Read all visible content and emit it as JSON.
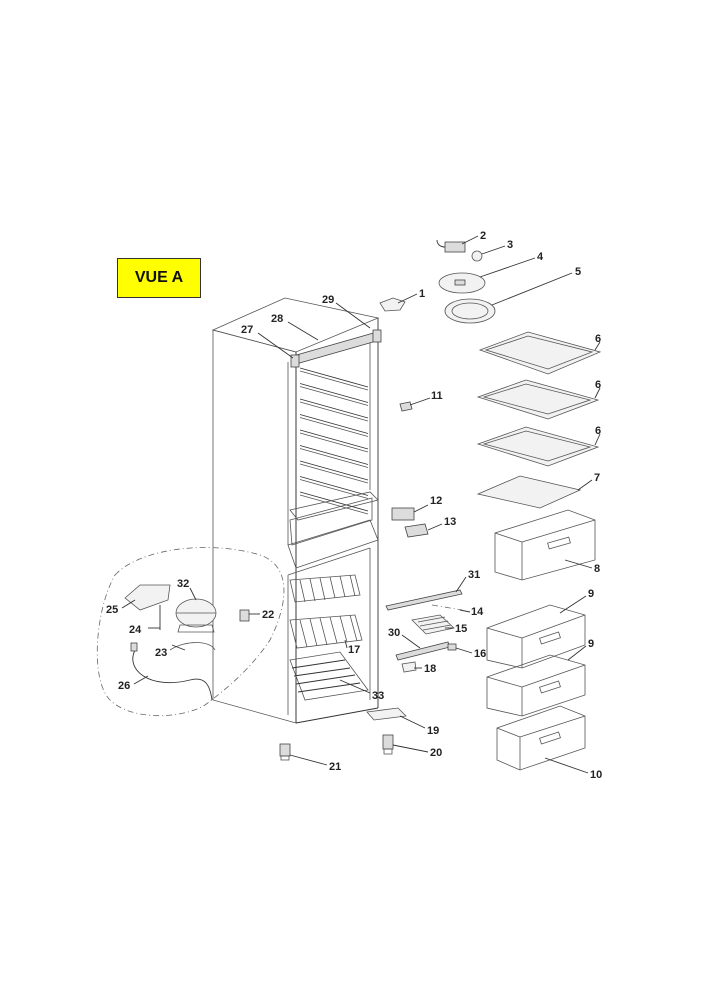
{
  "view_label": "VUE A",
  "callouts": [
    {
      "id": "c1",
      "text": "1"
    },
    {
      "id": "c2",
      "text": "2"
    },
    {
      "id": "c3",
      "text": "3"
    },
    {
      "id": "c4",
      "text": "4"
    },
    {
      "id": "c5",
      "text": "5"
    },
    {
      "id": "c6a",
      "text": "6"
    },
    {
      "id": "c6b",
      "text": "6"
    },
    {
      "id": "c6c",
      "text": "6"
    },
    {
      "id": "c7",
      "text": "7"
    },
    {
      "id": "c8",
      "text": "8"
    },
    {
      "id": "c9a",
      "text": "9"
    },
    {
      "id": "c9b",
      "text": "9"
    },
    {
      "id": "c10",
      "text": "10"
    },
    {
      "id": "c11",
      "text": "11"
    },
    {
      "id": "c12",
      "text": "12"
    },
    {
      "id": "c13",
      "text": "13"
    },
    {
      "id": "c14",
      "text": "14"
    },
    {
      "id": "c15",
      "text": "15"
    },
    {
      "id": "c16",
      "text": "16"
    },
    {
      "id": "c17",
      "text": "17"
    },
    {
      "id": "c18",
      "text": "18"
    },
    {
      "id": "c19",
      "text": "19"
    },
    {
      "id": "c20",
      "text": "20"
    },
    {
      "id": "c21",
      "text": "21"
    },
    {
      "id": "c22",
      "text": "22"
    },
    {
      "id": "c23",
      "text": "23"
    },
    {
      "id": "c24",
      "text": "24"
    },
    {
      "id": "c25",
      "text": "25"
    },
    {
      "id": "c26",
      "text": "26"
    },
    {
      "id": "c27",
      "text": "27"
    },
    {
      "id": "c28",
      "text": "28"
    },
    {
      "id": "c29",
      "text": "29"
    },
    {
      "id": "c30",
      "text": "30"
    },
    {
      "id": "c31",
      "text": "31"
    },
    {
      "id": "c32",
      "text": "32"
    },
    {
      "id": "c33",
      "text": "33"
    }
  ]
}
